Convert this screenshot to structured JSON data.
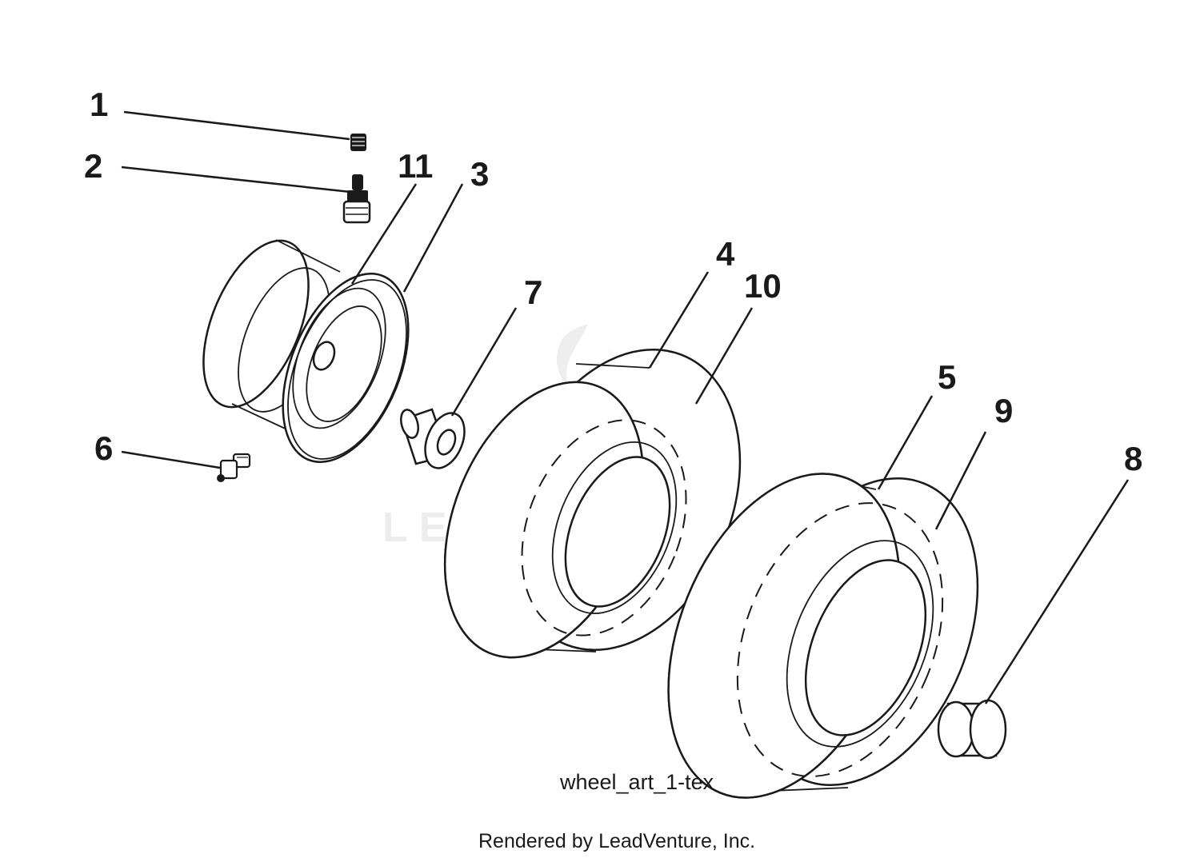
{
  "diagram": {
    "callouts": [
      {
        "id": "1",
        "label": "1"
      },
      {
        "id": "2",
        "label": "2"
      },
      {
        "id": "3",
        "label": "3"
      },
      {
        "id": "4",
        "label": "4"
      },
      {
        "id": "5",
        "label": "5"
      },
      {
        "id": "6",
        "label": "6"
      },
      {
        "id": "7",
        "label": "7"
      },
      {
        "id": "8",
        "label": "8"
      },
      {
        "id": "9",
        "label": "9"
      },
      {
        "id": "10",
        "label": "10"
      },
      {
        "id": "11",
        "label": "11"
      }
    ],
    "caption": "wheel_art_1-tex",
    "watermark": "LEADVENTURE"
  },
  "footer": {
    "text": "Rendered by LeadVenture, Inc."
  }
}
